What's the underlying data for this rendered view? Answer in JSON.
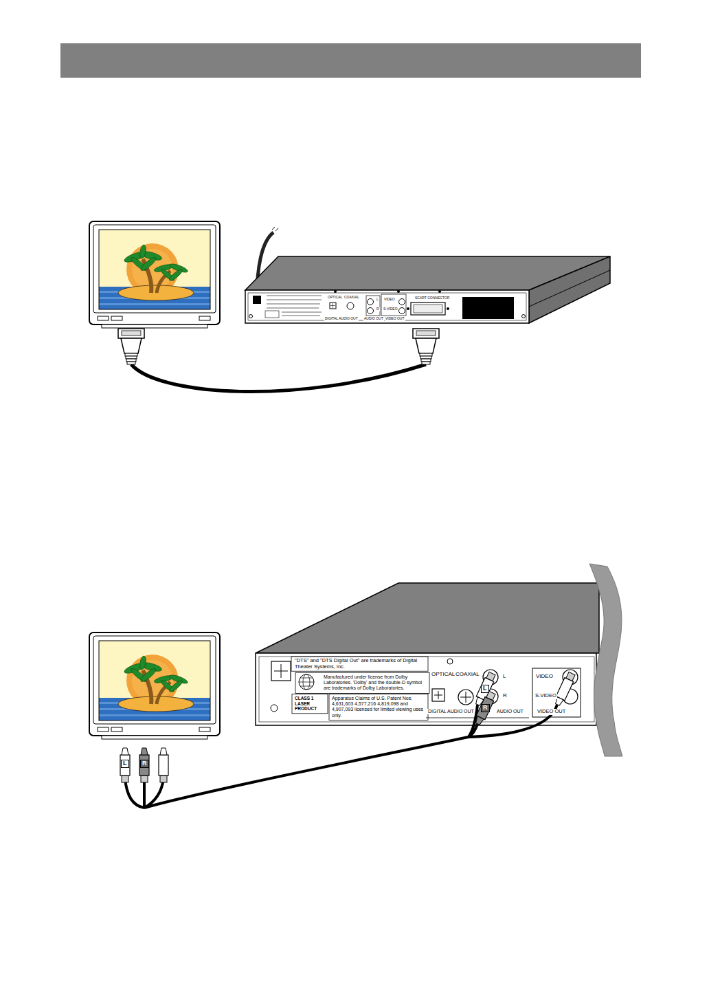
{
  "diagram": {
    "labels": [
      "OPTICAL",
      "COAXIAL",
      "L",
      "R",
      "VIDEO",
      "S-VIDEO",
      "SCART CONNECTOR",
      "DIGITAL AUDIO OUT",
      "AUDIO OUT",
      "VIDEO OUT",
      "\"DTS\" and \"DTS Digital Out\" are trademarks of Digital Theater Systems, Inc.",
      "Manufactured under license from Dolby Laboratories. 'Dolby' and the double-D symbol are trademarks of Dolby Laboratories.",
      "CLASS 1 LASER PRODUCT",
      "Apparatus Claims of U.S. Patent Nos. 4,631,603 4,577,216 4,819,098 and 4,907,093 licensed for limited viewing uses only.",
      "OPTICAL",
      "COAXIAL",
      "L",
      "R",
      "DIGITAL AUDIO OUT",
      "AUDIO OUT",
      "VIDEO",
      "S-VIDEO",
      "VIDEO OUT",
      "L",
      "R",
      "L",
      "R"
    ]
  }
}
